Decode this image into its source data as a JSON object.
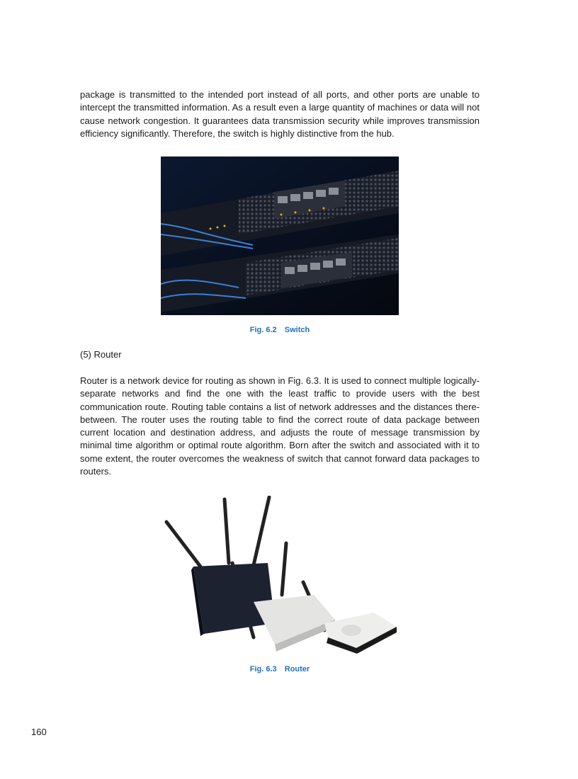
{
  "paragraphs": {
    "switch_cont": "package is transmitted to the intended port instead of all ports, and other ports are unable to intercept the transmitted information. As a result even a large quantity of machines or data will not cause network congestion. It guarantees data transmission security while improves transmission efficiency significantly. Therefore, the switch is highly distinctive from the hub.",
    "router": "Router is a network device for routing as shown in Fig. 6.3. It is used to connect multiple logically-separate networks and find the one with the least traffic to provide users with the best communication route. Routing table contains a list of network addresses and the distances there-between. The router uses the routing table to find the correct route of data package between current location and destination address, and adjusts the route of message transmission by minimal time algorithm or optimal route algorithm. Born after the switch and associated with it to some extent, the router overcomes the weakness of switch that cannot forward data packages to routers."
  },
  "figures": [
    {
      "number": "Fig. 6.2",
      "title": "Switch"
    },
    {
      "number": "Fig. 6.3",
      "title": "Router"
    }
  ],
  "section_heading": "(5) Router",
  "page_number": "160",
  "colors": {
    "caption": "#2271b8"
  }
}
